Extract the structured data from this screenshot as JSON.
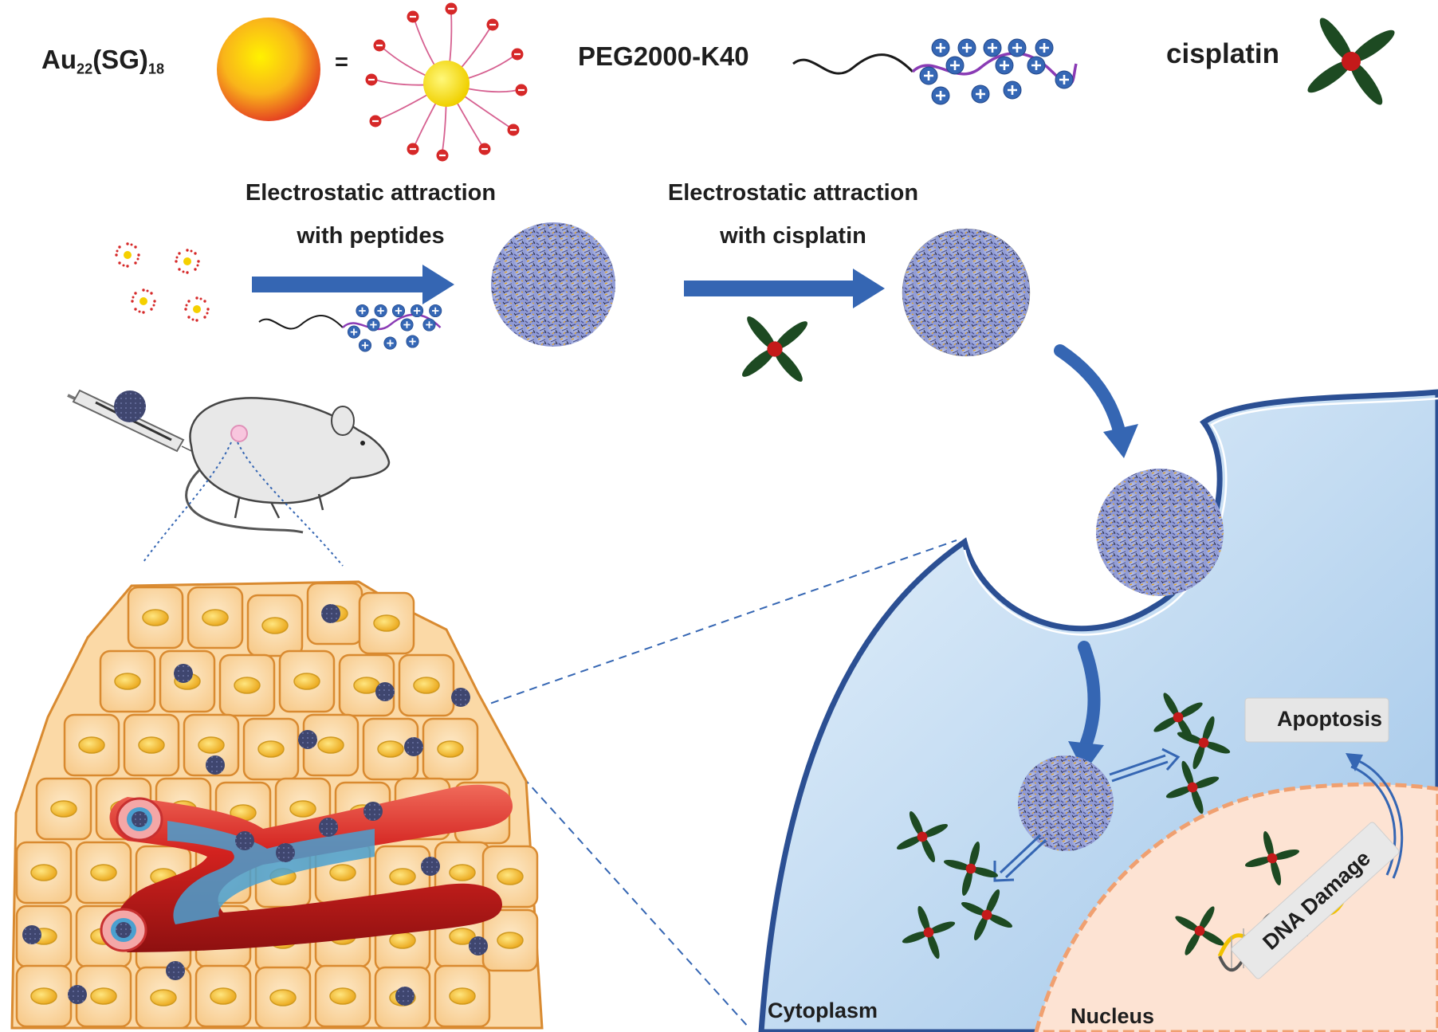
{
  "legend": {
    "au_base": "Au",
    "au_sub1": "22",
    "au_mid": "(SG)",
    "au_sub2": "18",
    "equals": "=",
    "peg_label": "PEG2000-K40",
    "cisplatin_label": "cisplatin"
  },
  "steps": {
    "step1_line1": "Electrostatic attraction",
    "step1_line2": "with peptides",
    "step2_line1": "Electrostatic attraction",
    "step2_line2": "with cisplatin"
  },
  "cell": {
    "cytoplasm_label": "Cytoplasm",
    "nucleus_label": "Nucleus",
    "apoptosis_label": "Apoptosis",
    "dna_damage_label": "DNA Damage"
  },
  "colors": {
    "arrow_blue": "#3566b3",
    "cell_fill": "#bcd7ef",
    "membrane": "#2b4f93",
    "nucleus_fill": "#fde3d3",
    "nucleus_border": "#f0a070",
    "tissue_cell": "#fbd9a6",
    "tissue_border": "#d98a30",
    "vessel_red": "#d3221f",
    "nanoparticle": "#3a4070",
    "cisplatin_leaf": "#1d4a22",
    "cisplatin_core": "#c41a1a",
    "charge_positive": "#3567b5",
    "charge_negative": "#d62828"
  },
  "icons": {
    "gold_cluster": "gold-sphere-icon",
    "ligand_cluster": "ligand-cluster-icon",
    "peptide": "peptide-chain-icon",
    "cisplatin": "cisplatin-icon",
    "nanoparticle": "nanoparticle-icon",
    "mouse": "mouse-icon",
    "syringe": "syringe-icon",
    "blood_vessel": "blood-vessel-icon",
    "dna": "dna-helix-icon"
  }
}
